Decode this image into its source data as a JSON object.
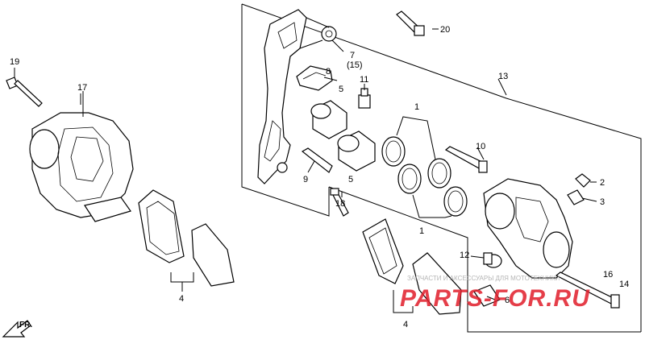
{
  "diagram": {
    "callouts": {
      "c1a": "1",
      "c1b": "1",
      "c2": "2",
      "c3": "3",
      "c4a": "4",
      "c4b": "4",
      "c5a": "5",
      "c5b": "5",
      "c6": "6",
      "c7": "7",
      "c7alt": "(15)",
      "c8": "8",
      "c9": "9",
      "c10": "10",
      "c11": "11",
      "c12": "12",
      "c13": "13",
      "c14": "14",
      "c16": "16",
      "c17": "17",
      "c18": "18",
      "c19": "19",
      "c20": "20"
    },
    "front_label": "FR.",
    "watermark": {
      "tagline": "ЗАПЧАСТИ И АКСЕССУАРЫ ДЛЯ МОТОТЕХНИКИ",
      "brand": "PARTS-FOR.RU"
    },
    "colors": {
      "line": "#000000",
      "watermark_red": "#e11d2a",
      "watermark_grey": "#a8a8a8"
    }
  }
}
